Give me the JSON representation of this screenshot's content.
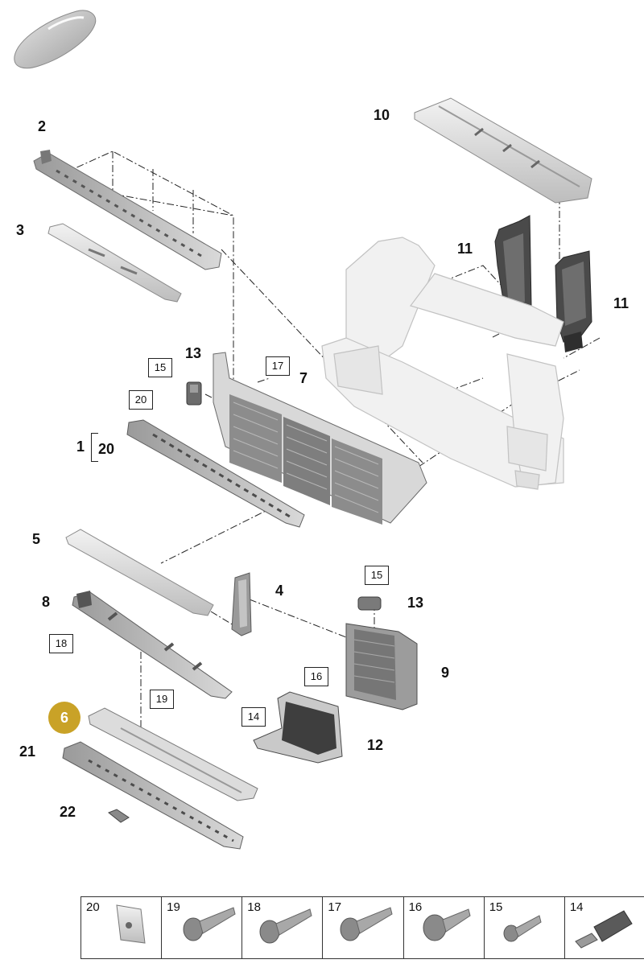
{
  "callouts": {
    "c1": "1",
    "c20a": "20",
    "c2": "2",
    "c3": "3",
    "c4": "4",
    "c5": "5",
    "c6": "6",
    "c7": "7",
    "c8": "8",
    "c9": "9",
    "c10": "10",
    "c11a": "11",
    "c11b": "11",
    "c12": "12",
    "c13a": "13",
    "c13b": "13",
    "c21": "21",
    "c22": "22"
  },
  "boxed": {
    "b15a": "15",
    "b17": "17",
    "b20": "20",
    "b15b": "15",
    "b18": "18",
    "b16": "16",
    "b19": "19",
    "b14": "14"
  },
  "legend": {
    "items": [
      "20",
      "19",
      "18",
      "17",
      "16",
      "15",
      "14"
    ]
  },
  "colors": {
    "part_light": "#e6e6e6",
    "part_mid": "#c8c8c8",
    "part_dark": "#7a7a7a",
    "frame_pale": "#f0f0f0",
    "highlight": "#c9a227"
  }
}
